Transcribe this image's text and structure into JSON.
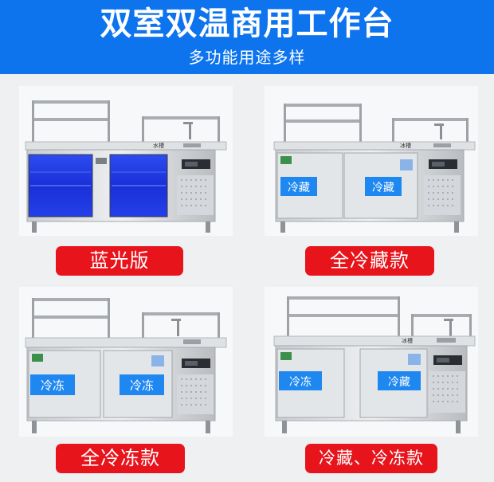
{
  "header": {
    "title": "双室双温商用工作台",
    "subtitle": "多功能用途多样"
  },
  "colors": {
    "banner": "#0d74ee",
    "tag": "#e8141c",
    "door_label": "#1e87f0",
    "blue_light": "#1b34e6"
  },
  "products": [
    {
      "tag": "蓝光版",
      "sink_label": "水槽",
      "door_labels": [
        "",
        ""
      ]
    },
    {
      "tag": "全冷藏款",
      "sink_label": "冰槽",
      "door_labels": [
        "冷藏",
        "冷藏"
      ]
    },
    {
      "tag": "全冷冻款",
      "sink_label": "",
      "door_labels": [
        "冷冻",
        "冷冻"
      ]
    },
    {
      "tag": "冷藏、冷冻款",
      "sink_label": "冰槽",
      "door_labels": [
        "冷冻",
        "冷藏"
      ]
    }
  ]
}
